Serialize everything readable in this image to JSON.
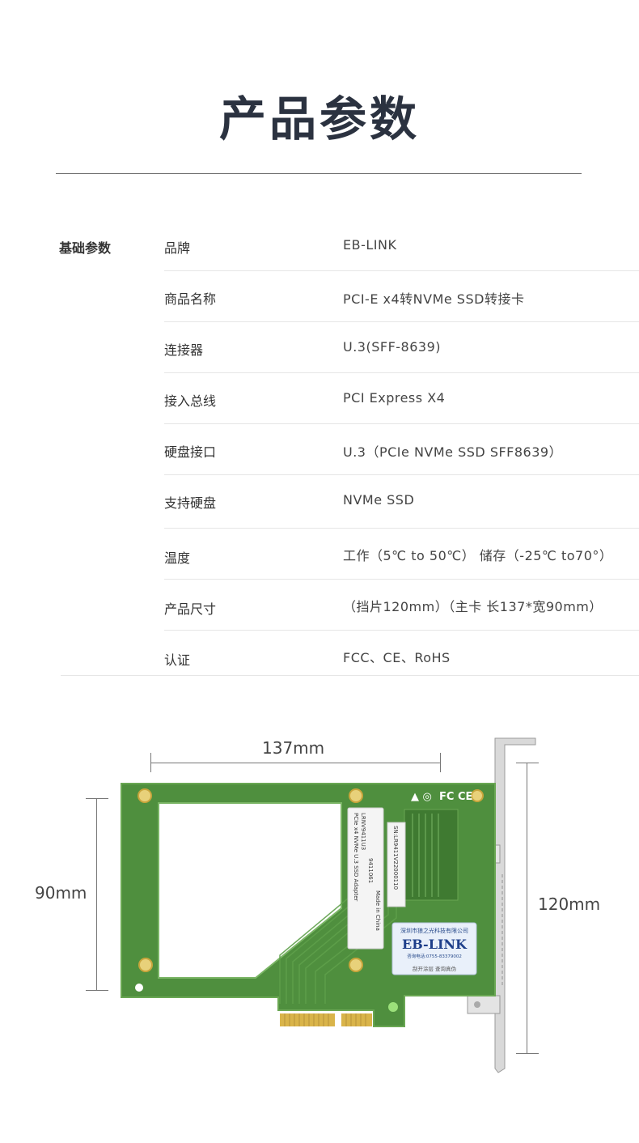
{
  "page": {
    "title": "产品参数",
    "section_label": "基础参数"
  },
  "specs": [
    {
      "key": "品牌",
      "value": "EB-LINK"
    },
    {
      "key": "商品名称",
      "value": "PCI-E x4转NVMe SSD转接卡"
    },
    {
      "key": "连接器",
      "value": "U.3(SFF-8639)"
    },
    {
      "key": "接入总线",
      "value": "PCI Express X4"
    },
    {
      "key": "硬盘接口",
      "value": "U.3（PCIe NVMe SSD SFF8639）"
    },
    {
      "key": "支持硬盘",
      "value": "NVMe  SSD"
    },
    {
      "key": "温度",
      "value": "工作（5℃ to 50℃） 储存（-25℃ to70°）"
    },
    {
      "key": "产品尺寸",
      "value": "（挡片120mm）（主卡 长137*宽90mm）"
    },
    {
      "key": "认证",
      "value": "FCC、CE、RoHS"
    }
  ],
  "dimensions": {
    "length": "137mm",
    "width": "90mm",
    "bracket": "120mm"
  },
  "board_labels": {
    "adapter_label": "PCIe x4 NVMe U.3 SSD Adapter",
    "model": "LRNV9411U3",
    "code": "9411061",
    "made_in": "Made in China",
    "serial": "SN:LR9411V22000110",
    "company": "深圳市狼之光科技有限公司",
    "brand": "EB-LINK",
    "phone": "咨询电话:0755-83379002",
    "seal": "刮开涂层  查询真伪",
    "cert_marks": "FC CE"
  },
  "colors": {
    "pcb": "#4f8f3e",
    "pcb_light": "#6aa753",
    "gold": "#d9b44a",
    "bracket": "#dcdcdc",
    "title": "#2b3240"
  }
}
